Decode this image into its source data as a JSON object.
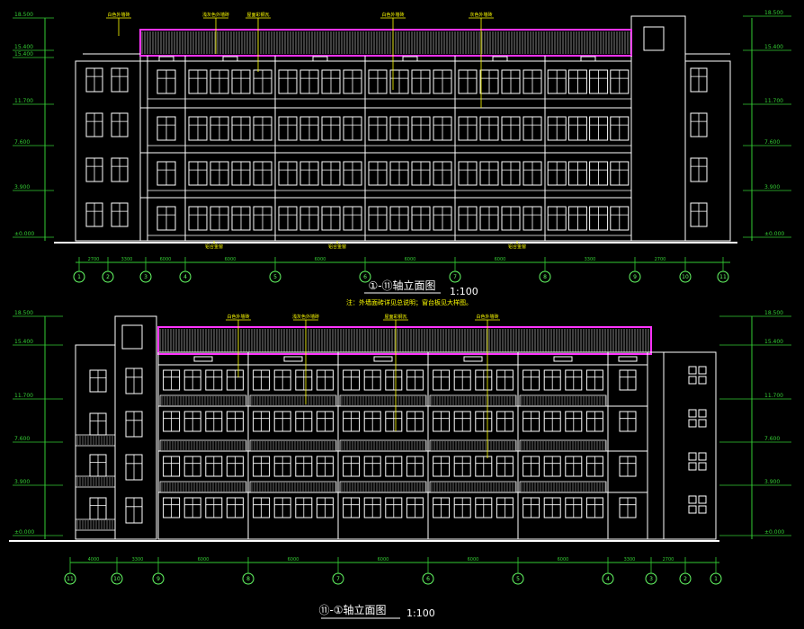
{
  "drawing": {
    "upper": {
      "title": "①-⑪轴立面图",
      "scale": "1:100",
      "note": "注：外墙面砖详见总说明；窗台板见大样图。",
      "levels_left": [
        "18.500",
        "15.400",
        "15.400",
        "11.700",
        "7.600",
        "3.900",
        "±0.000"
      ],
      "levels_right": [
        "18.500",
        "15.400",
        "11.700",
        "7.600",
        "3.900",
        "±0.000"
      ],
      "dims": [
        "2700",
        "3300",
        "6000",
        "6000",
        "6000",
        "6000",
        "6000",
        "3300",
        "2700"
      ],
      "axis_labels": [
        "1",
        "2",
        "3",
        "4",
        "5",
        "6",
        "7",
        "8",
        "9",
        "10",
        "11"
      ],
      "callouts_top": [
        "白色外墙砖",
        "浅灰色外墙砖",
        "屋面彩钢瓦",
        "白色外墙砖",
        "灰色外墙砖"
      ],
      "callouts_bottom": [
        "铝合金窗",
        "铝合金窗",
        "铝合金窗"
      ]
    },
    "lower": {
      "title": "⑪-①轴立面图",
      "scale": "1:100",
      "levels_left": [
        "18.500",
        "15.400",
        "11.700",
        "7.600",
        "3.900",
        "±0.000"
      ],
      "levels_right": [
        "18.500",
        "15.400",
        "11.700",
        "7.600",
        "3.900",
        "±0.000"
      ],
      "dims": [
        "4000",
        "3300",
        "6000",
        "6000",
        "6000",
        "6000",
        "6000",
        "3300",
        "2700"
      ],
      "axis_labels": [
        "11",
        "10",
        "9",
        "8",
        "7",
        "6",
        "5",
        "4",
        "3",
        "2",
        "1"
      ],
      "callouts_top": [
        "白色外墙砖",
        "浅灰色外墙砖",
        "屋面彩钢瓦",
        "白色外墙砖"
      ]
    }
  },
  "colors": {
    "background": "#000000",
    "line_white": "#ffffff",
    "dim_green": "#33cc33",
    "leader_yellow": "#ffff00",
    "roof_magenta": "#ff33ff",
    "axis_green": "#66ff66"
  }
}
